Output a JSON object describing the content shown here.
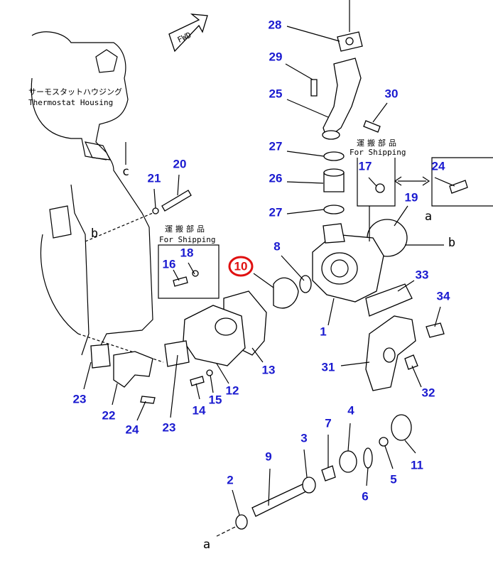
{
  "title": "Water Pump Parts Diagram",
  "thermostat_housing": {
    "jp": "サーモスタットハウジング",
    "en": "Thermostat Housing"
  },
  "shipping_left": {
    "jp": "運搬部品",
    "en": "For Shipping"
  },
  "shipping_right": {
    "jp": "運搬部品",
    "en": "For Shipping"
  },
  "fwd_label": "FWD",
  "highlight_color": "#e01010",
  "label_color": "#1a1ad0",
  "callouts": [
    "28",
    "29",
    "25",
    "30",
    "27",
    "26",
    "27",
    "17",
    "24",
    "19",
    "8",
    "10",
    "33",
    "34",
    "1",
    "31",
    "32",
    "13",
    "12",
    "15",
    "14",
    "23",
    "22",
    "24",
    "23",
    "21",
    "20",
    "18",
    "16",
    "2",
    "9",
    "3",
    "7",
    "4",
    "6",
    "5",
    "11"
  ],
  "letters": [
    "a",
    "b",
    "b",
    "c",
    "a"
  ],
  "highlighted_part": "10"
}
